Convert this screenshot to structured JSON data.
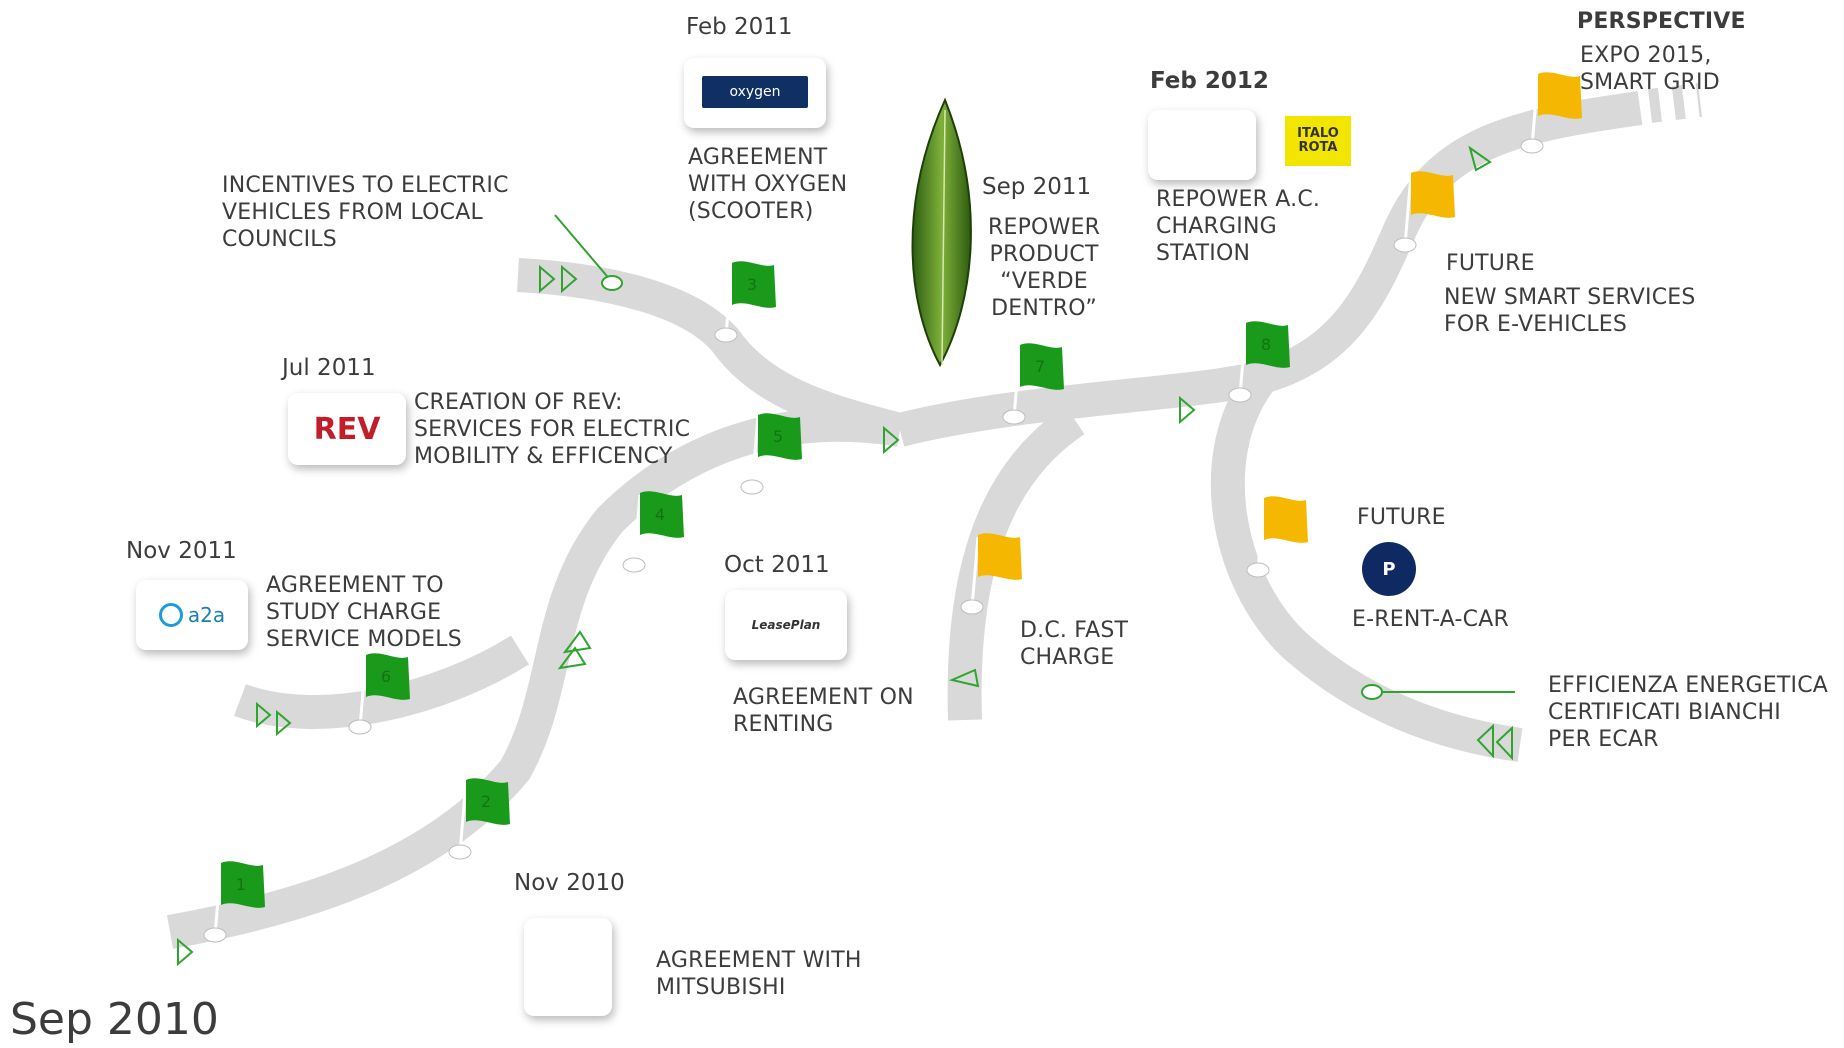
{
  "milestones": [
    {
      "id": "1",
      "date": "Nov 2010",
      "description": "AGREEMENT WITH\nMITSUBISHI"
    },
    {
      "id": "2",
      "date": "Feb 2011",
      "description": "AGREEMENT\nWITH OXYGEN\n(SCOOTER)"
    },
    {
      "id": "3",
      "date": "Jul 2011",
      "description": "CREATION OF REV:\nSERVICES FOR ELECTRIC\nMOBILITY & EFFICENCY"
    },
    {
      "id": "4",
      "date": "Sep 2011",
      "description": "REPOWER\nPRODUCT\n“VERDE\nDENTRO”"
    },
    {
      "id": "5",
      "date": "Oct 2011",
      "description": "AGREEMENT ON\nRENTING"
    },
    {
      "id": "6",
      "date": "Nov 2011",
      "description": "AGREEMENT TO\nSTUDY CHARGE\nSERVICE MODELS"
    },
    {
      "id": "7",
      "date": "Feb 2012",
      "description": "REPOWER A.C.\nCHARGING\nSTATION"
    }
  ],
  "labels": {
    "start_date": "Sep 2010",
    "incentives": "INCENTIVES TO ELECTRIC\nVEHICLES FROM LOCAL\nCOUNCILS",
    "dc_fast_charge": "D.C. FAST\nCHARGE",
    "future_services_heading": "FUTURE",
    "future_services": "NEW SMART SERVICES\nFOR E-VEHICLES",
    "future_rent_heading": "FUTURE",
    "future_rent": "E-RENT-A-CAR",
    "perspective_heading": "PERSPECTIVE",
    "perspective": "EXPO 2015,\nSMART GRID",
    "efficienza": "EFFICIENZA ENERGETICA\nCERTIFICATI BIANCHI\nPER ECAR",
    "parking_badge": "P"
  },
  "logos": {
    "oxygen": "oxygen",
    "rev_red": "REV",
    "aza": "a2a",
    "leaseplan": "LeasePlan",
    "italo_rota_line1": "ITALO",
    "italo_rota_line2": "ROTA"
  },
  "flag_numbers": [
    "1",
    "2",
    "3",
    "4",
    "5",
    "6",
    "7",
    "8"
  ],
  "colors": {
    "road": "#d9d9d9",
    "flag_green": "#1a9a1a",
    "flag_yellow": "#f5b700",
    "marker_green": "#2fa52f",
    "badge_navy": "#0f2a62",
    "italo_rota_bg": "#f2e600"
  },
  "icons": [
    "leaf-icon",
    "parking-icon",
    "flag-icon",
    "arrow-marker-icon"
  ]
}
